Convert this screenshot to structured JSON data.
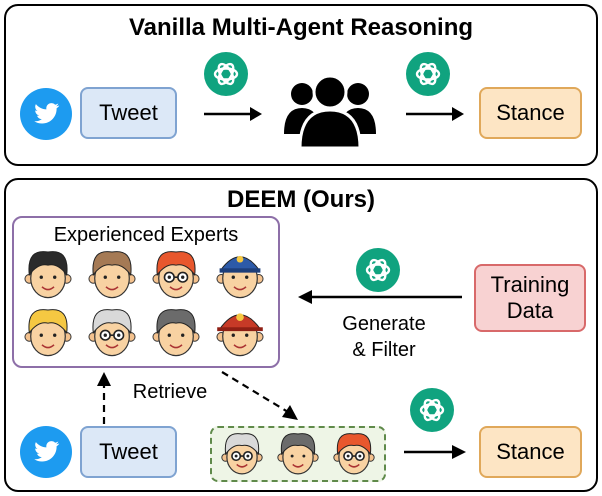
{
  "top_panel": {
    "title": "Vanilla Multi-Agent Reasoning",
    "tweet_label": "Tweet",
    "stance_label": "Stance"
  },
  "bottom_panel": {
    "title": "DEEM (Ours)",
    "experts_title": "Experienced Experts",
    "training_label_line1": "Training",
    "training_label_line2": "Data",
    "generate_label_line1": "Generate",
    "generate_label_line2": "& Filter",
    "retrieve_label": "Retrieve",
    "tweet_label": "Tweet",
    "stance_label": "Stance"
  },
  "icons": {
    "tweet_source": "twitter-bird-icon",
    "llm": "openai-logo-icon",
    "crowd": "people-group-icon"
  },
  "experts": [
    {
      "hair": "#2b2b2b",
      "style": "plain"
    },
    {
      "hair": "#a57a55",
      "style": "plain"
    },
    {
      "hair": "#e8572d",
      "style": "glasses"
    },
    {
      "hair": "#2d5aa8",
      "style": "cap"
    },
    {
      "hair": "#f5c842",
      "style": "plain"
    },
    {
      "hair": "#d9d9d9",
      "style": "glasses"
    },
    {
      "hair": "#6b6b6b",
      "style": "plain"
    },
    {
      "hair": "#c73a27",
      "style": "helmet"
    }
  ],
  "selected_experts": [
    {
      "hair": "#d9d9d9",
      "style": "glasses"
    },
    {
      "hair": "#6b6b6b",
      "style": "plain"
    },
    {
      "hair": "#e8572d",
      "style": "glasses"
    }
  ],
  "colors": {
    "twitter_blue": "#1d9bf0",
    "openai_teal": "#10a37f"
  }
}
